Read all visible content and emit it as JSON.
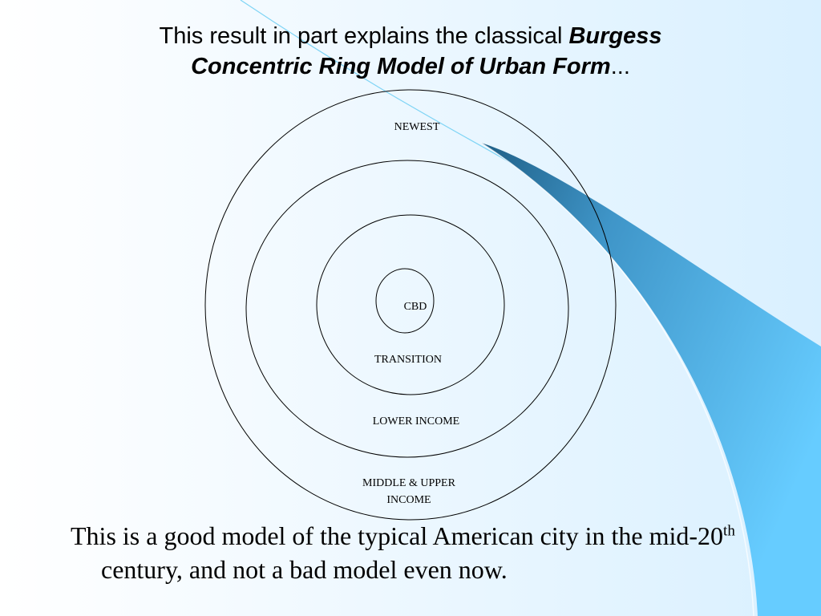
{
  "title": {
    "plain": "This result in part explains the classical ",
    "emphasis_line1": "Burgess",
    "emphasis_line2": "Concentric Ring Model of Urban Form",
    "ellipsis": "..."
  },
  "diagram": {
    "rings": [
      {
        "label_lines": [
          "CBD"
        ]
      },
      {
        "label_lines": [
          "TRANSITION"
        ]
      },
      {
        "label_lines": [
          "LOWER INCOME"
        ]
      },
      {
        "label_lines": [
          "MIDDLE & UPPER",
          "INCOME"
        ]
      },
      {
        "label_lines": [
          "NEWEST"
        ]
      }
    ]
  },
  "body": {
    "text_before_sup": "This is a good model of the typical American city in the mid-20",
    "sup": "th",
    "text_after_sup": " century, and not a bad model even now."
  },
  "colors": {
    "swoosh_dark": "#2a6e98",
    "swoosh_mid": "#4aa6dc",
    "swoosh_light": "#66ccff"
  }
}
